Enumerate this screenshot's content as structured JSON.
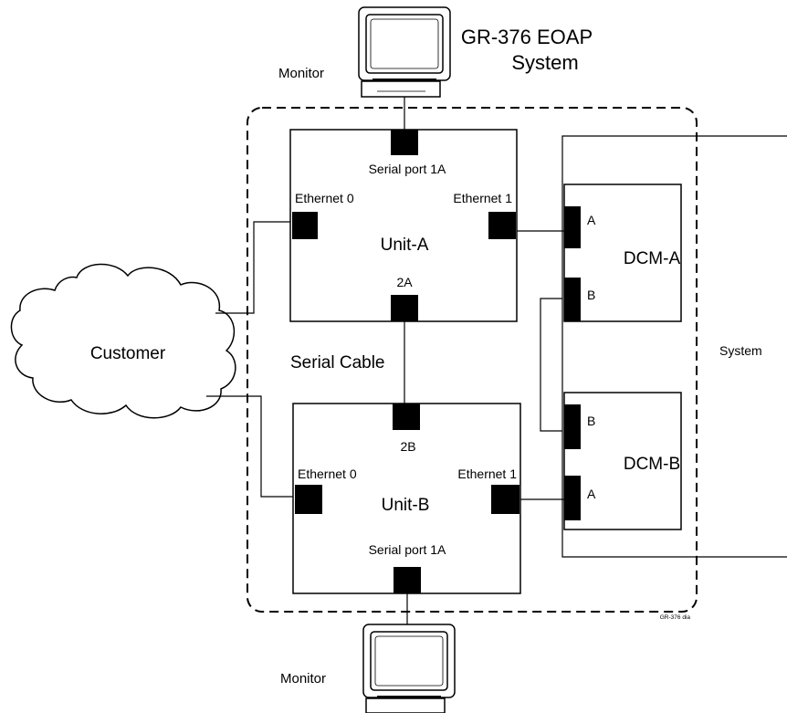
{
  "title": {
    "line1": "GR-376 EOAP",
    "line2": "System"
  },
  "monitors": {
    "top_label": "Monitor",
    "bottom_label": "Monitor"
  },
  "cloud": {
    "label": "Customer"
  },
  "unit_a": {
    "name": "Unit-A",
    "serial_port": "Serial port 1A",
    "eth0": "Ethernet 0",
    "eth1": "Ethernet 1",
    "port_2a": "2A"
  },
  "unit_b": {
    "name": "Unit-B",
    "serial_port": "Serial port 1A",
    "eth0": "Ethernet 0",
    "eth1": "Ethernet 1",
    "port_2b": "2B"
  },
  "serial_cable": "Serial Cable",
  "dcm_a": {
    "name": "DCM-A",
    "port_a": "A",
    "port_b": "B"
  },
  "dcm_b": {
    "name": "DCM-B",
    "port_a": "A",
    "port_b": "B"
  },
  "system_label": "System",
  "figure_tag": "GR-376 dia"
}
